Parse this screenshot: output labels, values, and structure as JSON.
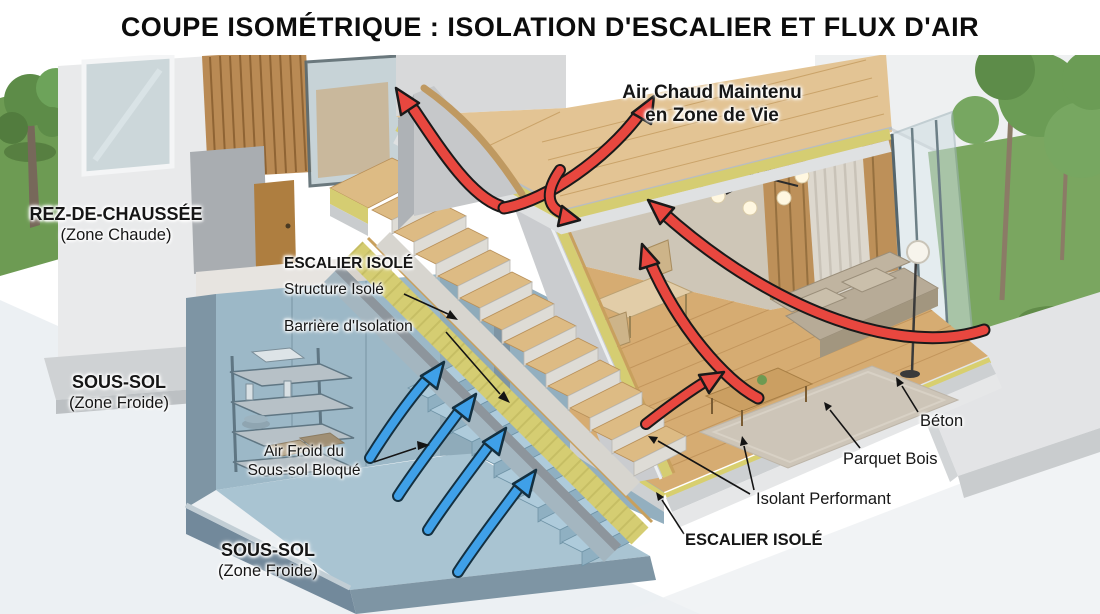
{
  "title": "COUPE ISOMÉTRIQUE : ISOLATION D'ESCALIER ET FLUX D'AIR",
  "annotations": {
    "warm_air": {
      "line1": "Air Chaud Maintenu",
      "line2": "en Zone de Vie"
    },
    "ground_floor": {
      "name": "REZ-DE-CHAUSSÉE",
      "zone": "(Zone Chaude)"
    },
    "insulated_stair_callout": {
      "heading": "ESCALIER ISOLÉ",
      "structure": "Structure Isolé",
      "barrier": "Barrière d'Isolation"
    },
    "basement_upper": {
      "name": "SOUS-SOL",
      "zone": "(Zone Froide)"
    },
    "cold_air": {
      "line1": "Air Froid du",
      "line2": "Sous-sol Bloqué"
    },
    "basement_lower": {
      "name": "SOUS-SOL",
      "zone": "(Zone Froide)"
    },
    "concrete": "Béton",
    "wood_floor": "Parquet Bois",
    "insulation": "Isolant Performant",
    "insulated_stair_bottom": "ESCALIER ISOLÉ"
  },
  "colors": {
    "warm_air_arrow": "#e8473f",
    "cold_air_arrow": "#3fa0e8",
    "insulation_yellow": "#d5cd72",
    "warm_wood": "#d6ac72",
    "cold_zone_concrete": "#9cb8c7",
    "label_text": "#161616",
    "background": "#ffffff"
  }
}
